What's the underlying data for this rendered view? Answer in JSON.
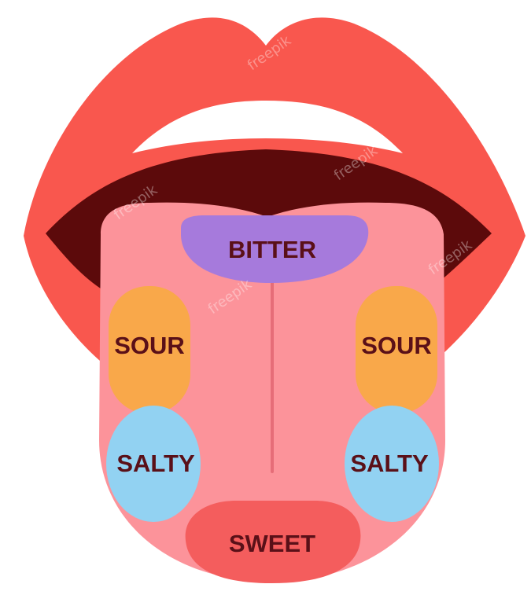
{
  "zones": [
    {
      "id": "bitter",
      "label": "BITTER",
      "color": "#a67adc"
    },
    {
      "id": "sour-left",
      "label": "SOUR",
      "color": "#f9a84a"
    },
    {
      "id": "sour-right",
      "label": "SOUR",
      "color": "#f9a84a"
    },
    {
      "id": "salty-left",
      "label": "SALTY",
      "color": "#92d2f2"
    },
    {
      "id": "salty-right",
      "label": "SALTY",
      "color": "#92d2f2"
    },
    {
      "id": "sweet",
      "label": "SWEET",
      "color": "#f45d5d"
    }
  ],
  "colors": {
    "lips": "#f9574e",
    "mouth_interior": "#5c0a0b",
    "teeth": "#ffffff",
    "tongue": "#fc939a",
    "tongue_midline": "#e66d78",
    "label_text": "#5a1018"
  },
  "watermark": "freepik"
}
